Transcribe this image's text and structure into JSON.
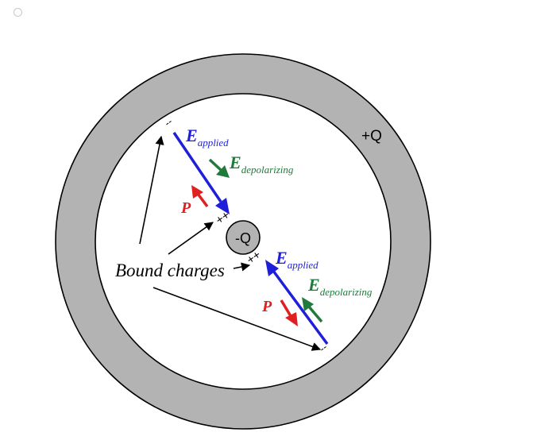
{
  "radio": {
    "selected": false
  },
  "labels": {
    "outer_charge": "+Q",
    "inner_charge": "-Q",
    "bound_charges": "Bound charges",
    "e_symbol": "E",
    "applied_sub": "applied",
    "depolarizing_sub": "depolarizing",
    "p_symbol": "P",
    "plus_plus": "++",
    "minus_minus": "--"
  },
  "colors": {
    "shell_fill": "#b3b3b3",
    "inner_fill": "#b3b3b3",
    "applied": "#1f1fd9",
    "depolarizing": "#1f7a3c",
    "polarization": "#e02020",
    "outline": "#000000"
  }
}
